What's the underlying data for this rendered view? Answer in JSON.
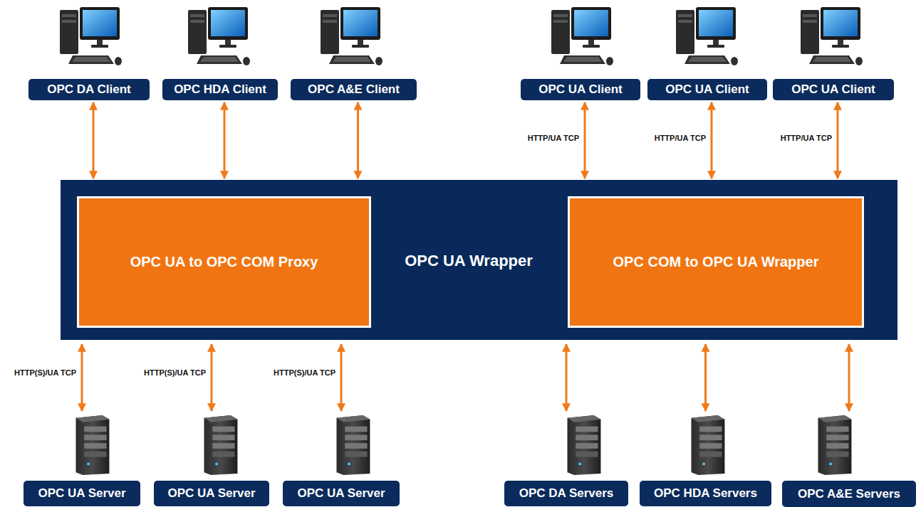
{
  "diagram": {
    "nodes": [
      {
        "text": [
          "OPC DA Client"
        ]
      },
      {
        "text": [
          "OPC HDA Client"
        ]
      },
      {
        "text": [
          "OPC A&E Client"
        ]
      },
      {
        "text": [
          "OPC UA Client"
        ]
      },
      {
        "text": [
          "OPC UA Client"
        ]
      },
      {
        "text": [
          "OPC UA Client"
        ]
      },
      {
        "text": [
          "OPC UA Wrapper"
        ]
      },
      {
        "text": [
          "OPC UA to OPC COM Proxy"
        ],
        "in": 6
      },
      {
        "text": [
          "OPC COM to OPC UA Wrapper"
        ],
        "in": 6
      },
      {
        "text": [
          "OPC UA Server"
        ]
      },
      {
        "text": [
          "OPC UA Server"
        ]
      },
      {
        "text": [
          "OPC UA Server"
        ]
      },
      {
        "text": [
          "OPC DA Servers"
        ]
      },
      {
        "text": [
          "OPC HDA Servers"
        ]
      },
      {
        "text": [
          "OPC A&E Servers"
        ]
      }
    ],
    "edges": [
      {
        "from": 0,
        "to": 7,
        "arrow": "both"
      },
      {
        "from": 1,
        "to": 7,
        "arrow": "both"
      },
      {
        "from": 2,
        "to": 7,
        "arrow": "both"
      },
      {
        "from": 3,
        "to": 8,
        "label": "HTTP/UA TCP",
        "arrow": "both"
      },
      {
        "from": 4,
        "to": 8,
        "label": "HTTP/UA TCP",
        "arrow": "both"
      },
      {
        "from": 5,
        "to": 8,
        "label": "HTTP/UA TCP",
        "arrow": "both"
      },
      {
        "from": 7,
        "to": 9,
        "label": "HTTP(S)/UA TCP",
        "arrow": "both"
      },
      {
        "from": 7,
        "to": 10,
        "label": "HTTP(S)/UA TCP",
        "arrow": "both"
      },
      {
        "from": 7,
        "to": 11,
        "label": "HTTP(S)/UA TCP",
        "arrow": "both"
      },
      {
        "from": 8,
        "to": 12,
        "arrow": "both"
      },
      {
        "from": 8,
        "to": 13,
        "arrow": "both"
      },
      {
        "from": 8,
        "to": 14,
        "arrow": "both"
      }
    ]
  }
}
